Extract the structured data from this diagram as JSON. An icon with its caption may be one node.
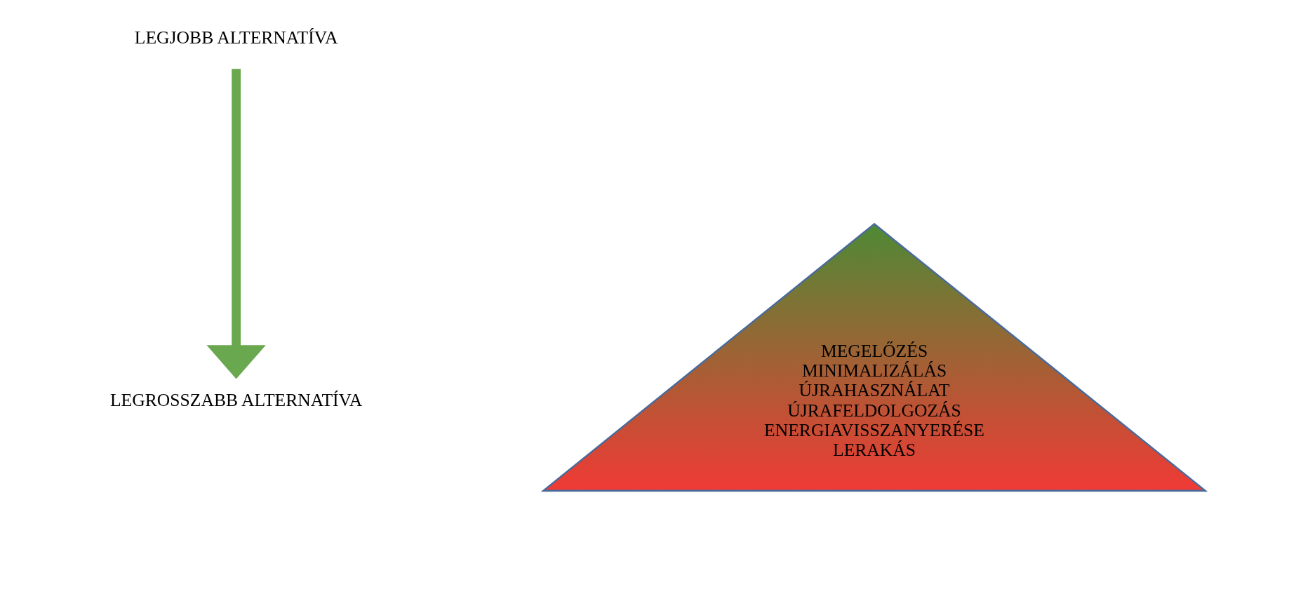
{
  "diagram": {
    "nodes": [
      {
        "text": [
          "LEGJOBB ALTERNATÍVA"
        ]
      },
      {
        "text": [
          "LEGROSSZABB ALTERNATÍVA"
        ]
      },
      {
        "text": [
          "MEGELŐZÉS",
          "MINIMALIZÁLÁS",
          "ÚJRAHASZNÁLAT",
          "ÚJRAFELDOLGOZÁS",
          "ENERGIAVISSZANYERÉSE",
          "LERAKÁS"
        ]
      }
    ],
    "edges": [
      {
        "from": 0,
        "to": 1,
        "arrow": "to"
      }
    ]
  }
}
